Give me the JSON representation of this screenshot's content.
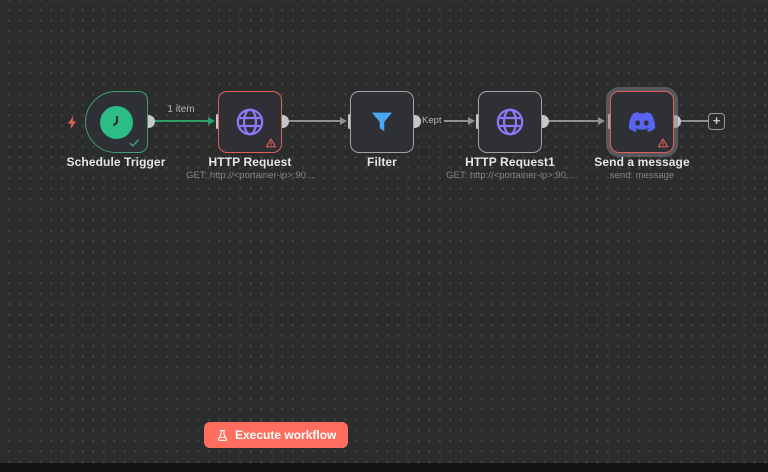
{
  "workflow": {
    "nodes": [
      {
        "name": "Schedule Trigger",
        "subtitle": "",
        "icon": "clock-icon"
      },
      {
        "name": "HTTP Request",
        "subtitle": "GET: http://<portainer-ip>:90...",
        "icon": "globe-icon"
      },
      {
        "name": "Filter",
        "subtitle": "",
        "icon": "funnel-icon"
      },
      {
        "name": "HTTP Request1",
        "subtitle": "GET: http://<portainer-ip>:90...",
        "icon": "globe-icon"
      },
      {
        "name": "Send a message",
        "subtitle": "send: message",
        "icon": "discord-icon"
      }
    ],
    "connection_labels": [
      "1 item",
      "",
      "Kept",
      "",
      ""
    ],
    "add_node_label": "+"
  },
  "footer": {
    "execute_label": "Execute workflow"
  },
  "colors": {
    "success_green": "#3f9e72",
    "error_red": "#de5f57",
    "node_border_default": "#a2a3a7",
    "http_icon_purple": "#8b78f5",
    "filter_icon_blue": "#49a8f5",
    "discord_blurple": "#5865f2",
    "execute_button": "#ff6e5f",
    "connection_gray": "#8f9093",
    "connection_green": "#2f9e68",
    "canvas_background": "#2b2c2c"
  }
}
